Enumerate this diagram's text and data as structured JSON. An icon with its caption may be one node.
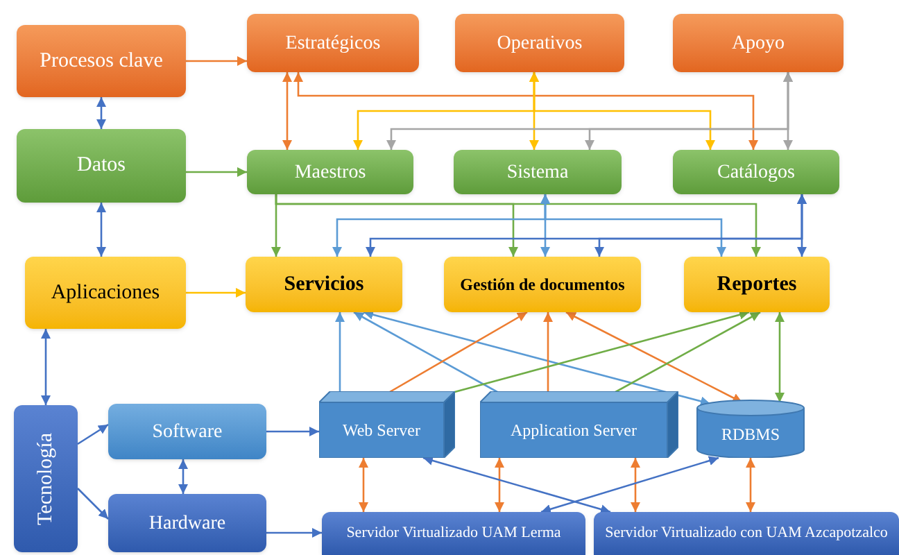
{
  "diagram": {
    "nodes": [
      {
        "text": [
          "Procesos clave"
        ]
      },
      {
        "text": [
          "Estratégicos"
        ]
      },
      {
        "text": [
          "Operativos"
        ]
      },
      {
        "text": [
          "Apoyo"
        ]
      },
      {
        "text": [
          "Datos"
        ]
      },
      {
        "text": [
          "Maestros"
        ]
      },
      {
        "text": [
          "Sistema"
        ]
      },
      {
        "text": [
          "Catálogos"
        ]
      },
      {
        "text": [
          "Aplicaciones"
        ]
      },
      {
        "text": [
          "Servicios"
        ]
      },
      {
        "text": [
          "Gestión de documentos"
        ]
      },
      {
        "text": [
          "Reportes"
        ]
      },
      {
        "text": [
          "Tecnología"
        ]
      },
      {
        "text": [
          "Software"
        ]
      },
      {
        "text": [
          "Hardware"
        ]
      },
      {
        "text": [
          "Web Server"
        ]
      },
      {
        "text": [
          "Application Server"
        ]
      },
      {
        "text": [
          "RDBMS"
        ]
      },
      {
        "text": [
          "Servidor Virtualizado UAM Lerma"
        ]
      },
      {
        "text": [
          "Servidor Virtualizado con UAM Azcapotzalco"
        ]
      }
    ],
    "edges": [
      {
        "from": 0,
        "to": 4,
        "arrow": "both"
      },
      {
        "from": 4,
        "to": 8,
        "arrow": "both"
      },
      {
        "from": 8,
        "to": 12,
        "arrow": "both"
      },
      {
        "from": 0,
        "to": 1,
        "arrow": "to",
        "color": "#ed7d31"
      },
      {
        "from": 4,
        "to": 5,
        "arrow": "to",
        "color": "#70ad47"
      },
      {
        "from": 8,
        "to": 9,
        "arrow": "to",
        "color": "#ffc000"
      },
      {
        "from": 12,
        "to": 13,
        "arrow": "to"
      },
      {
        "from": 12,
        "to": 14,
        "arrow": "to"
      },
      {
        "from": 13,
        "to": 14,
        "arrow": "both"
      },
      {
        "from": 13,
        "to": 15,
        "arrow": "to"
      },
      {
        "from": 14,
        "to": 18,
        "arrow": "to"
      },
      {
        "from": 1,
        "to": 5,
        "arrow": "both",
        "color": "#ed7d31"
      },
      {
        "from": 7,
        "to": 1,
        "arrow": "both",
        "color": "#ed7d31"
      },
      {
        "from": 2,
        "to": 6,
        "arrow": "both",
        "color": "#ffc000"
      },
      {
        "from": 2,
        "to": 5,
        "arrow": "both",
        "color": "#ffc000"
      },
      {
        "from": 2,
        "to": 7,
        "arrow": "both",
        "color": "#ffc000"
      },
      {
        "from": 3,
        "to": 7,
        "arrow": "both",
        "color": "#a5a5a5"
      },
      {
        "from": 3,
        "to": 5,
        "arrow": "both",
        "color": "#a5a5a5"
      },
      {
        "from": 3,
        "to": 6,
        "arrow": "both",
        "color": "#a5a5a5"
      },
      {
        "from": 5,
        "to": 9,
        "arrow": "to",
        "color": "#70ad47"
      },
      {
        "from": 5,
        "to": 10,
        "arrow": "to",
        "color": "#70ad47"
      },
      {
        "from": 5,
        "to": 11,
        "arrow": "to",
        "color": "#70ad47"
      },
      {
        "from": 6,
        "to": 9,
        "arrow": "both",
        "color": "#5b9bd5"
      },
      {
        "from": 6,
        "to": 10,
        "arrow": "both",
        "color": "#5b9bd5"
      },
      {
        "from": 6,
        "to": 11,
        "arrow": "both",
        "color": "#5b9bd5"
      },
      {
        "from": 7,
        "to": 9,
        "arrow": "both"
      },
      {
        "from": 7,
        "to": 10,
        "arrow": "both"
      },
      {
        "from": 7,
        "to": 11,
        "arrow": "both"
      },
      {
        "from": 9,
        "to": 15,
        "arrow": "both",
        "color": "#5b9bd5"
      },
      {
        "from": 9,
        "to": 16,
        "arrow": "both",
        "color": "#5b9bd5"
      },
      {
        "from": 9,
        "to": 17,
        "arrow": "both",
        "color": "#5b9bd5"
      },
      {
        "from": 10,
        "to": 15,
        "arrow": "both",
        "color": "#ed7d31"
      },
      {
        "from": 10,
        "to": 16,
        "arrow": "both",
        "color": "#ed7d31"
      },
      {
        "from": 10,
        "to": 17,
        "arrow": "both",
        "color": "#ed7d31"
      },
      {
        "from": 11,
        "to": 15,
        "arrow": "both",
        "color": "#70ad47"
      },
      {
        "from": 11,
        "to": 16,
        "arrow": "both",
        "color": "#70ad47"
      },
      {
        "from": 11,
        "to": 17,
        "arrow": "both",
        "color": "#70ad47"
      },
      {
        "from": 15,
        "to": 18,
        "arrow": "both",
        "color": "#ed7d31"
      },
      {
        "from": 16,
        "to": 18,
        "arrow": "both",
        "color": "#ed7d31"
      },
      {
        "from": 16,
        "to": 19,
        "arrow": "both",
        "color": "#ed7d31"
      },
      {
        "from": 17,
        "to": 19,
        "arrow": "both",
        "color": "#ed7d31"
      },
      {
        "from": 15,
        "to": 19,
        "arrow": "both"
      },
      {
        "from": 18,
        "to": 17,
        "arrow": "both"
      }
    ]
  }
}
